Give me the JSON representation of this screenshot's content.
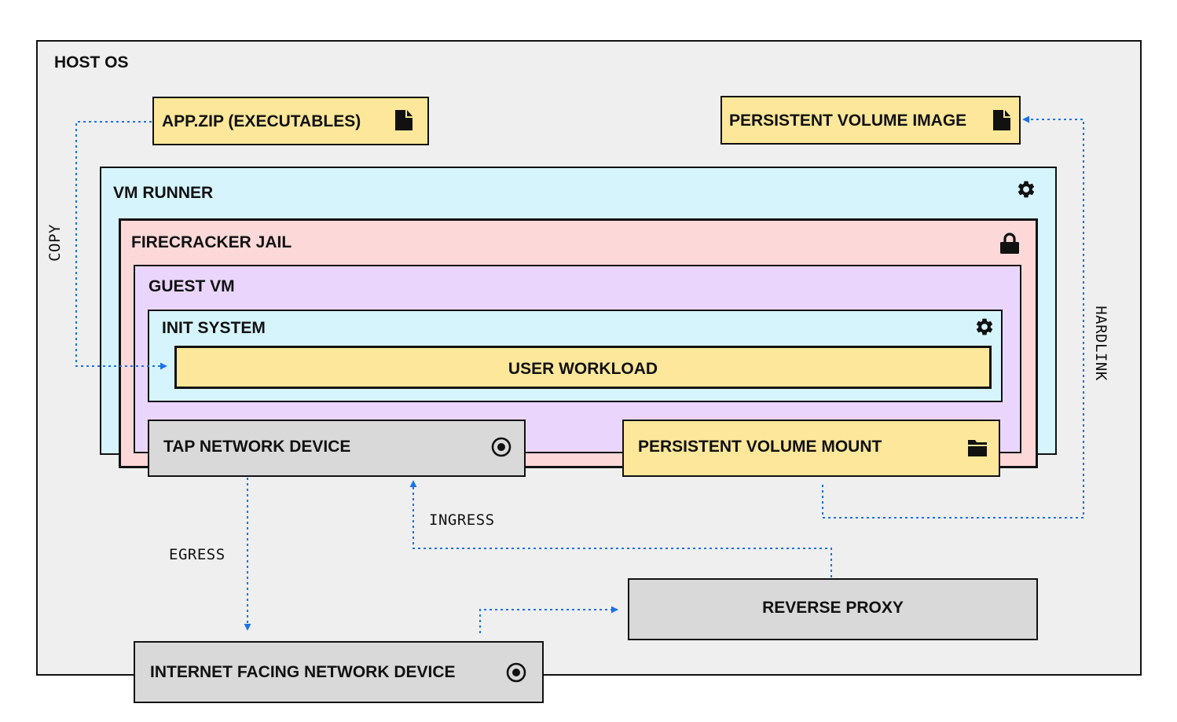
{
  "colors": {
    "host_bg": "#efefef",
    "file_yellow": "#fde79a",
    "vm_runner_blue": "#d6f4fc",
    "jail_pink": "#fdd8d8",
    "guest_purple": "#ead6fc",
    "init_blue": "#d6f4fc",
    "workload_yellow": "#fde79a",
    "device_gray": "#d9d9d9",
    "arrow_blue": "#1a73e8"
  },
  "host": {
    "label": "HOST OS"
  },
  "files": {
    "app_zip": {
      "label": "APP.ZIP (EXECUTABLES)",
      "icon": "file-icon"
    },
    "volume_image": {
      "label": "PERSISTENT VOLUME IMAGE",
      "icon": "file-icon"
    }
  },
  "vm_runner": {
    "label": "VM RUNNER",
    "icon": "gear-icon"
  },
  "jail": {
    "label": "FIRECRACKER JAIL",
    "icon": "lock-icon"
  },
  "guest_vm": {
    "label": "GUEST VM"
  },
  "init_system": {
    "label": "INIT SYSTEM",
    "icon": "gear-icon"
  },
  "user_workload": {
    "label": "USER WORKLOAD"
  },
  "tap_device": {
    "label": "TAP NETWORK DEVICE",
    "icon": "target-icon"
  },
  "volume_mount": {
    "label": "PERSISTENT VOLUME MOUNT",
    "icon": "folder-icon"
  },
  "reverse_proxy": {
    "label": "REVERSE PROXY"
  },
  "internet_device": {
    "label": "INTERNET FACING NETWORK DEVICE",
    "icon": "target-icon"
  },
  "edges": {
    "copy": "COPY",
    "hardlink": "HARDLINK",
    "egress": "EGRESS",
    "ingress": "INGRESS"
  }
}
